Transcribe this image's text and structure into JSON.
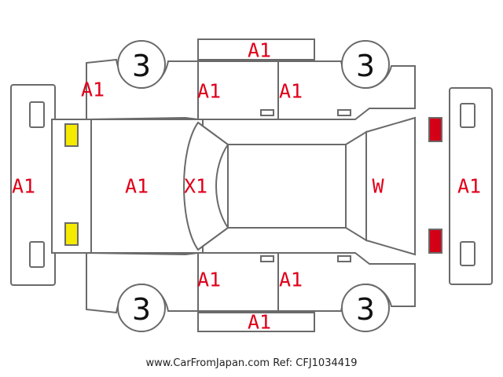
{
  "colors": {
    "mark": "#e0001b",
    "outline": "#6a6a6a",
    "front_lights": "#f5ea00",
    "rear_lights": "#d40015"
  },
  "wheels": {
    "front_left": "3",
    "rear_left": "3",
    "front_right": "3",
    "rear_right": "3"
  },
  "marks": {
    "roof_top_edge": "A1",
    "front_left_fender": "A1",
    "front_left_door": "A1",
    "rear_left_door": "A1",
    "front_bumper": "A1",
    "hood": "A1",
    "windshield": "X1",
    "rear_window": "W",
    "rear_bumper": "A1",
    "front_right_door": "A1",
    "rear_right_door": "A1",
    "bottom_sill": "A1"
  },
  "footer": {
    "site": "www.CarFromJapan.com",
    "ref": "Ref: CFJ1034419"
  }
}
